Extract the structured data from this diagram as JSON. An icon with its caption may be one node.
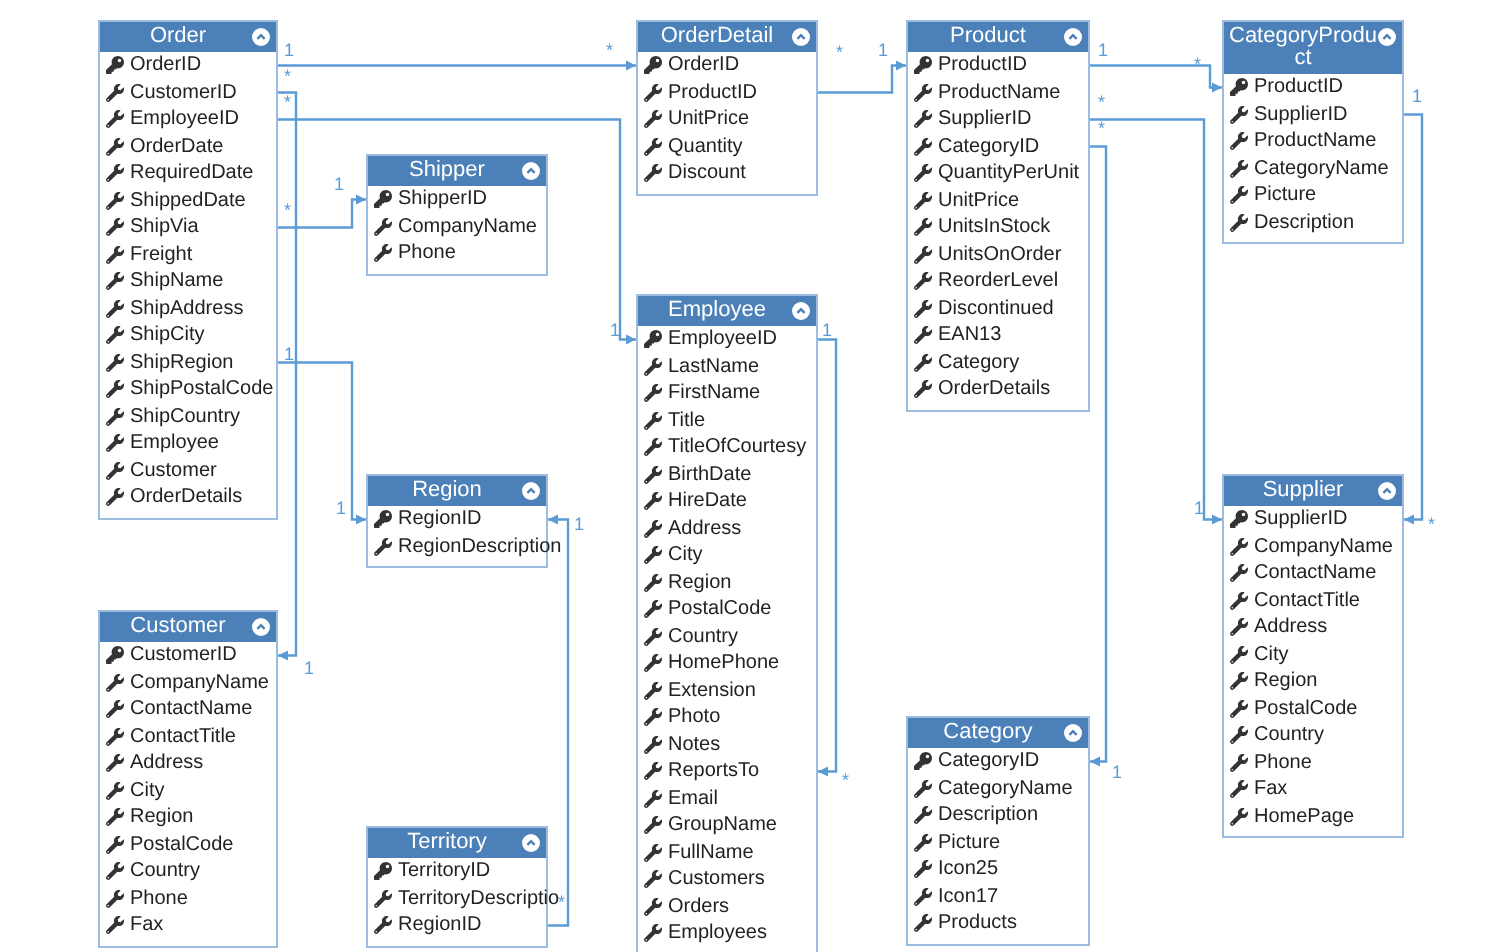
{
  "diagram": {
    "nodes": [
      {
        "text": [
          "Order",
          "OrderID",
          "CustomerID",
          "EmployeeID",
          "OrderDate",
          "RequiredDate",
          "ShippedDate",
          "ShipVia",
          "Freight",
          "ShipName",
          "ShipAddress",
          "ShipCity",
          "ShipRegion",
          "ShipPostalCode",
          "ShipCountry",
          "Employee",
          "Customer",
          "OrderDetails"
        ]
      },
      {
        "text": [
          "OrderDetail",
          "OrderID",
          "ProductID",
          "UnitPrice",
          "Quantity",
          "Discount"
        ]
      },
      {
        "text": [
          "Product",
          "ProductID",
          "ProductName",
          "SupplierID",
          "CategoryID",
          "QuantityPerUnit",
          "UnitPrice",
          "UnitsInStock",
          "UnitsOnOrder",
          "ReorderLevel",
          "Discontinued",
          "EAN13",
          "Category",
          "OrderDetails"
        ]
      },
      {
        "text": [
          "CategoryProduct",
          "ProductID",
          "SupplierID",
          "ProductName",
          "CategoryName",
          "Picture",
          "Description"
        ]
      },
      {
        "text": [
          "Shipper",
          "ShipperID",
          "CompanyName",
          "Phone"
        ]
      },
      {
        "text": [
          "Employee",
          "EmployeeID",
          "LastName",
          "FirstName",
          "Title",
          "TitleOfCourtesy",
          "BirthDate",
          "HireDate",
          "Address",
          "City",
          "Region",
          "PostalCode",
          "Country",
          "HomePhone",
          "Extension",
          "Photo",
          "Notes",
          "ReportsTo",
          "Email",
          "GroupName",
          "FullName",
          "Customers",
          "Orders",
          "Employees"
        ]
      },
      {
        "text": [
          "Region",
          "RegionID",
          "RegionDescription"
        ]
      },
      {
        "text": [
          "Supplier",
          "SupplierID",
          "CompanyName",
          "ContactName",
          "ContactTitle",
          "Address",
          "City",
          "Region",
          "PostalCode",
          "Country",
          "Phone",
          "Fax",
          "HomePage"
        ]
      },
      {
        "text": [
          "Customer",
          "CustomerID",
          "CompanyName",
          "ContactName",
          "ContactTitle",
          "Address",
          "City",
          "Region",
          "PostalCode",
          "Country",
          "Phone",
          "Fax"
        ]
      },
      {
        "text": [
          "Category",
          "CategoryID",
          "CategoryName",
          "Description",
          "Picture",
          "Icon25",
          "Icon17",
          "Products"
        ]
      },
      {
        "text": [
          "Territory",
          "TerritoryID",
          "TerritoryDescriptio",
          "RegionID"
        ]
      }
    ],
    "edges": [
      {
        "from": 0,
        "to": 1,
        "arrow": "to"
      },
      {
        "from": 0,
        "to": 8,
        "arrow": "to"
      },
      {
        "from": 0,
        "to": 5,
        "arrow": "to"
      },
      {
        "from": 0,
        "to": 4,
        "arrow": "to"
      },
      {
        "from": 0,
        "to": 6,
        "arrow": "to"
      },
      {
        "from": 1,
        "to": 2,
        "arrow": "to"
      },
      {
        "from": 2,
        "to": 3,
        "arrow": "to"
      },
      {
        "from": 2,
        "to": 7,
        "arrow": "to"
      },
      {
        "from": 2,
        "to": 9,
        "arrow": "to"
      },
      {
        "from": 3,
        "to": 7,
        "arrow": "to"
      },
      {
        "from": 5,
        "to": 5,
        "arrow": "to"
      },
      {
        "from": 10,
        "to": 6,
        "arrow": "to"
      }
    ],
    "labels": [
      "1",
      "*",
      "*",
      "*",
      "1",
      "1",
      "*",
      "1",
      "*",
      "*",
      "*",
      "*",
      "1",
      "1",
      "1",
      "1",
      "*",
      "1",
      "1",
      "1",
      "*",
      "1",
      "1",
      "*"
    ]
  }
}
